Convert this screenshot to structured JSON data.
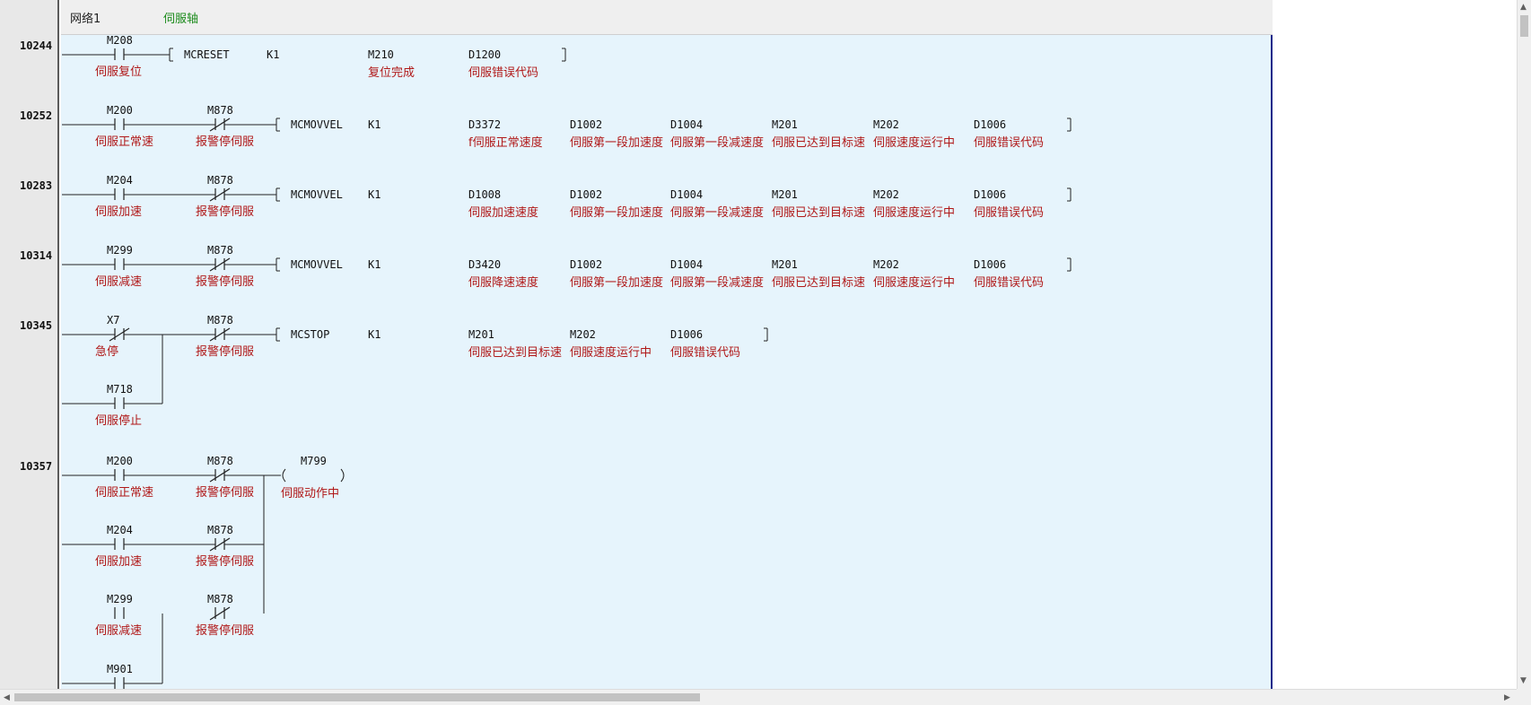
{
  "header": {
    "network_label": "网络1",
    "network_comment": "伺服轴"
  },
  "rungs": [
    {
      "step": "10244",
      "contacts": [
        {
          "device": "M208",
          "type": "NO",
          "comment": "伺服复位"
        }
      ],
      "instruction": {
        "mnemonic": "MCRESET",
        "operands": [
          {
            "device": "K1",
            "comment": ""
          },
          {
            "device": "M210",
            "comment": "复位完成"
          },
          {
            "device": "D1200",
            "comment": "伺服错误代码"
          }
        ]
      }
    },
    {
      "step": "10252",
      "contacts": [
        {
          "device": "M200",
          "type": "NO",
          "comment": "伺服正常速"
        },
        {
          "device": "M878",
          "type": "NC",
          "comment": "报警停伺服"
        }
      ],
      "instruction": {
        "mnemonic": "MCMOVVEL",
        "operands": [
          {
            "device": "K1",
            "comment": ""
          },
          {
            "device": "D3372",
            "comment": "f伺服正常速度"
          },
          {
            "device": "D1002",
            "comment": "伺服第一段加速度"
          },
          {
            "device": "D1004",
            "comment": "伺服第一段减速度"
          },
          {
            "device": "M201",
            "comment": "伺服已达到目标速"
          },
          {
            "device": "M202",
            "comment": "伺服速度运行中"
          },
          {
            "device": "D1006",
            "comment": "伺服错误代码"
          }
        ]
      }
    },
    {
      "step": "10283",
      "contacts": [
        {
          "device": "M204",
          "type": "NO",
          "comment": "伺服加速"
        },
        {
          "device": "M878",
          "type": "NC",
          "comment": "报警停伺服"
        }
      ],
      "instruction": {
        "mnemonic": "MCMOVVEL",
        "operands": [
          {
            "device": "K1",
            "comment": ""
          },
          {
            "device": "D1008",
            "comment": "伺服加速速度"
          },
          {
            "device": "D1002",
            "comment": "伺服第一段加速度"
          },
          {
            "device": "D1004",
            "comment": "伺服第一段减速度"
          },
          {
            "device": "M201",
            "comment": "伺服已达到目标速"
          },
          {
            "device": "M202",
            "comment": "伺服速度运行中"
          },
          {
            "device": "D1006",
            "comment": "伺服错误代码"
          }
        ]
      }
    },
    {
      "step": "10314",
      "contacts": [
        {
          "device": "M299",
          "type": "NO",
          "comment": "伺服减速"
        },
        {
          "device": "M878",
          "type": "NC",
          "comment": "报警停伺服"
        }
      ],
      "instruction": {
        "mnemonic": "MCMOVVEL",
        "operands": [
          {
            "device": "K1",
            "comment": ""
          },
          {
            "device": "D3420",
            "comment": "伺服降速速度"
          },
          {
            "device": "D1002",
            "comment": "伺服第一段加速度"
          },
          {
            "device": "D1004",
            "comment": "伺服第一段减速度"
          },
          {
            "device": "M201",
            "comment": "伺服已达到目标速"
          },
          {
            "device": "M202",
            "comment": "伺服速度运行中"
          },
          {
            "device": "D1006",
            "comment": "伺服错误代码"
          }
        ]
      }
    },
    {
      "step": "10345",
      "contacts": [
        {
          "device": "X7",
          "type": "NC",
          "comment": "急停"
        },
        {
          "device": "M878",
          "type": "NC",
          "comment": "报警停伺服"
        }
      ],
      "parallel": [
        {
          "device": "M718",
          "type": "NO",
          "comment": "伺服停止"
        }
      ],
      "instruction": {
        "mnemonic": "MCSTOP",
        "operands": [
          {
            "device": "K1",
            "comment": ""
          },
          {
            "device": "M201",
            "comment": "伺服已达到目标速"
          },
          {
            "device": "M202",
            "comment": "伺服速度运行中"
          },
          {
            "device": "D1006",
            "comment": "伺服错误代码"
          }
        ]
      }
    },
    {
      "step": "10357",
      "branches": [
        [
          {
            "device": "M200",
            "type": "NO",
            "comment": "伺服正常速"
          },
          {
            "device": "M878",
            "type": "NC",
            "comment": "报警停伺服"
          }
        ],
        [
          {
            "device": "M204",
            "type": "NO",
            "comment": "伺服加速"
          },
          {
            "device": "M878",
            "type": "NC",
            "comment": "报警停伺服"
          }
        ],
        [
          {
            "device": "M299",
            "type": "NO",
            "comment": "伺服减速"
          },
          {
            "device": "M878",
            "type": "NC",
            "comment": "报警停伺服"
          }
        ],
        [
          {
            "device": "M901",
            "type": "NO",
            "comment": ""
          }
        ]
      ],
      "coil": {
        "device": "M799",
        "comment": "伺服动作中"
      }
    }
  ],
  "icons": {
    "scroll_up": "arrow-up-icon",
    "scroll_down": "arrow-down-icon",
    "scroll_left": "arrow-left-icon",
    "scroll_right": "arrow-right-icon"
  }
}
